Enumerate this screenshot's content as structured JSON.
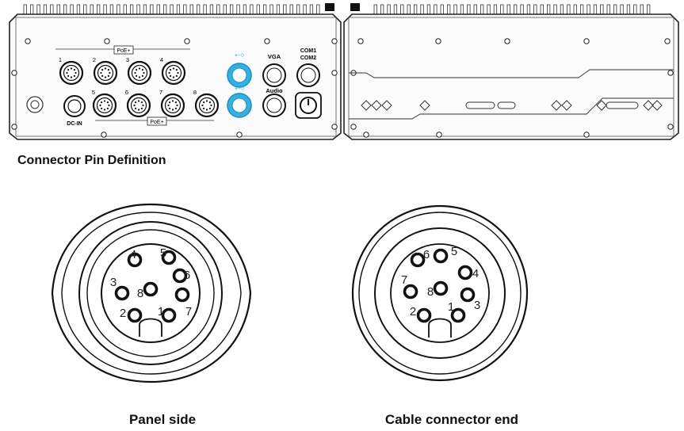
{
  "device": {
    "port_labels": [
      "1",
      "2",
      "3",
      "4",
      "5",
      "6",
      "7",
      "8"
    ],
    "poe_badge": "PoE+",
    "dc_in_label": "DC-IN",
    "vga_label": "VGA",
    "audio_label": "Audio",
    "com1_label": "COM1",
    "com2_label": "COM2",
    "usb_highlight_color": "#2fb3e6"
  },
  "diagram": {
    "heading": "Connector Pin Definition",
    "panel_side": {
      "caption": "Panel side",
      "pins": [
        "1",
        "2",
        "3",
        "4",
        "5",
        "6",
        "7",
        "8"
      ]
    },
    "cable_end": {
      "caption": "Cable connector end",
      "pins": [
        "1",
        "2",
        "3",
        "4",
        "5",
        "6",
        "7",
        "8"
      ]
    }
  }
}
